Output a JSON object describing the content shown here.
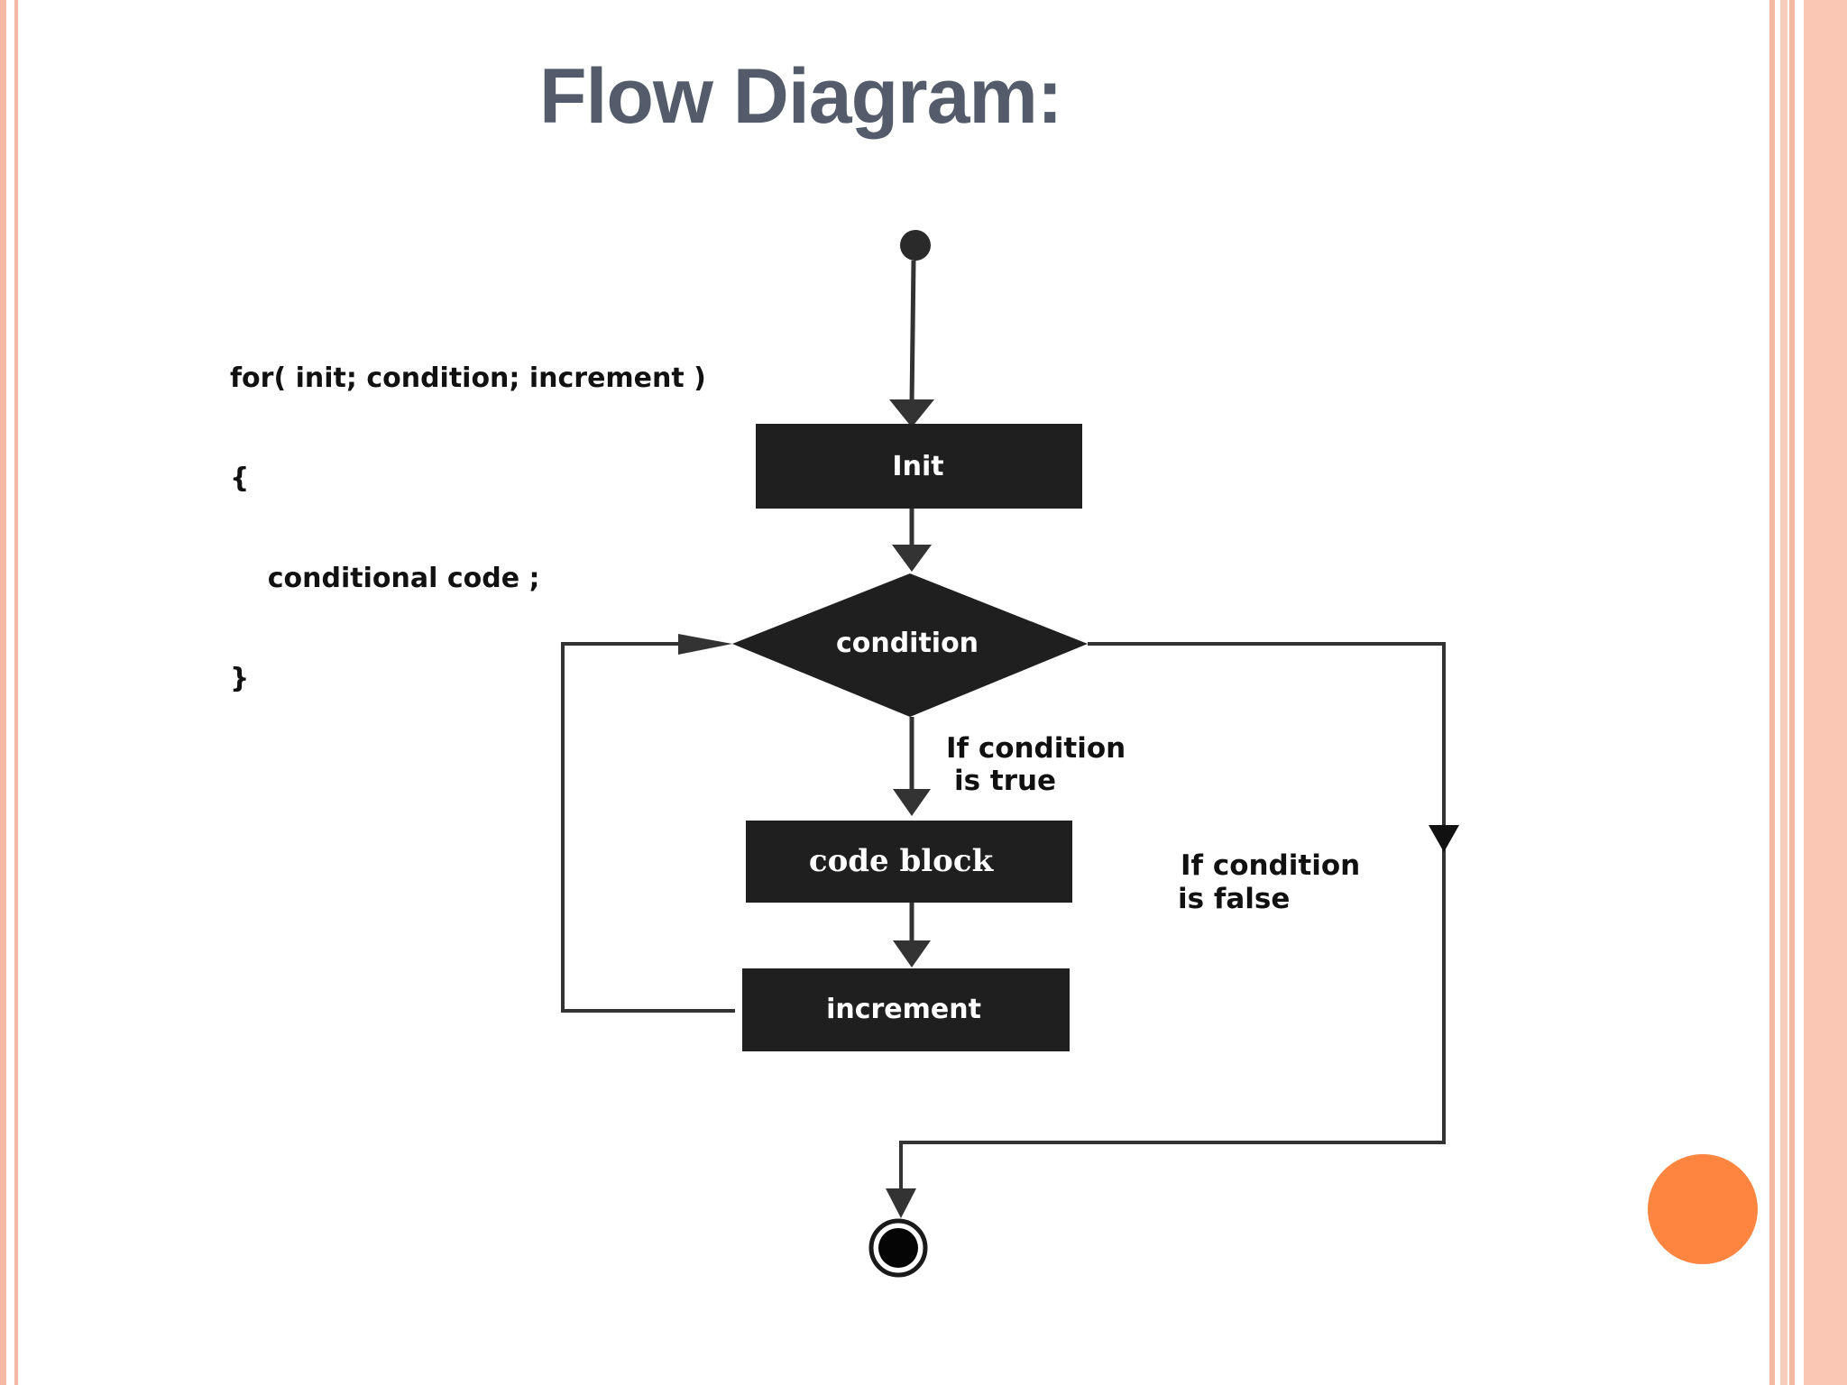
{
  "slide": {
    "title": "Flow Diagram:"
  },
  "code": {
    "lines": [
      "for( init; condition; increment )",
      "{",
      "    conditional code ;",
      "}"
    ]
  },
  "flowchart": {
    "nodes": {
      "init": "Init",
      "condition": "condition",
      "code_block": "code block",
      "increment": "increment"
    },
    "edge_labels": {
      "true_line1": "If condition",
      "true_line2": "is true",
      "false_line1": "If condition",
      "false_line2": "is false"
    }
  },
  "colors": {
    "title": "#545c6b",
    "node_fill": "#1f1f1f",
    "line": "#333333",
    "accent_circle": "#fd853f",
    "border": "#f6b9a3"
  }
}
